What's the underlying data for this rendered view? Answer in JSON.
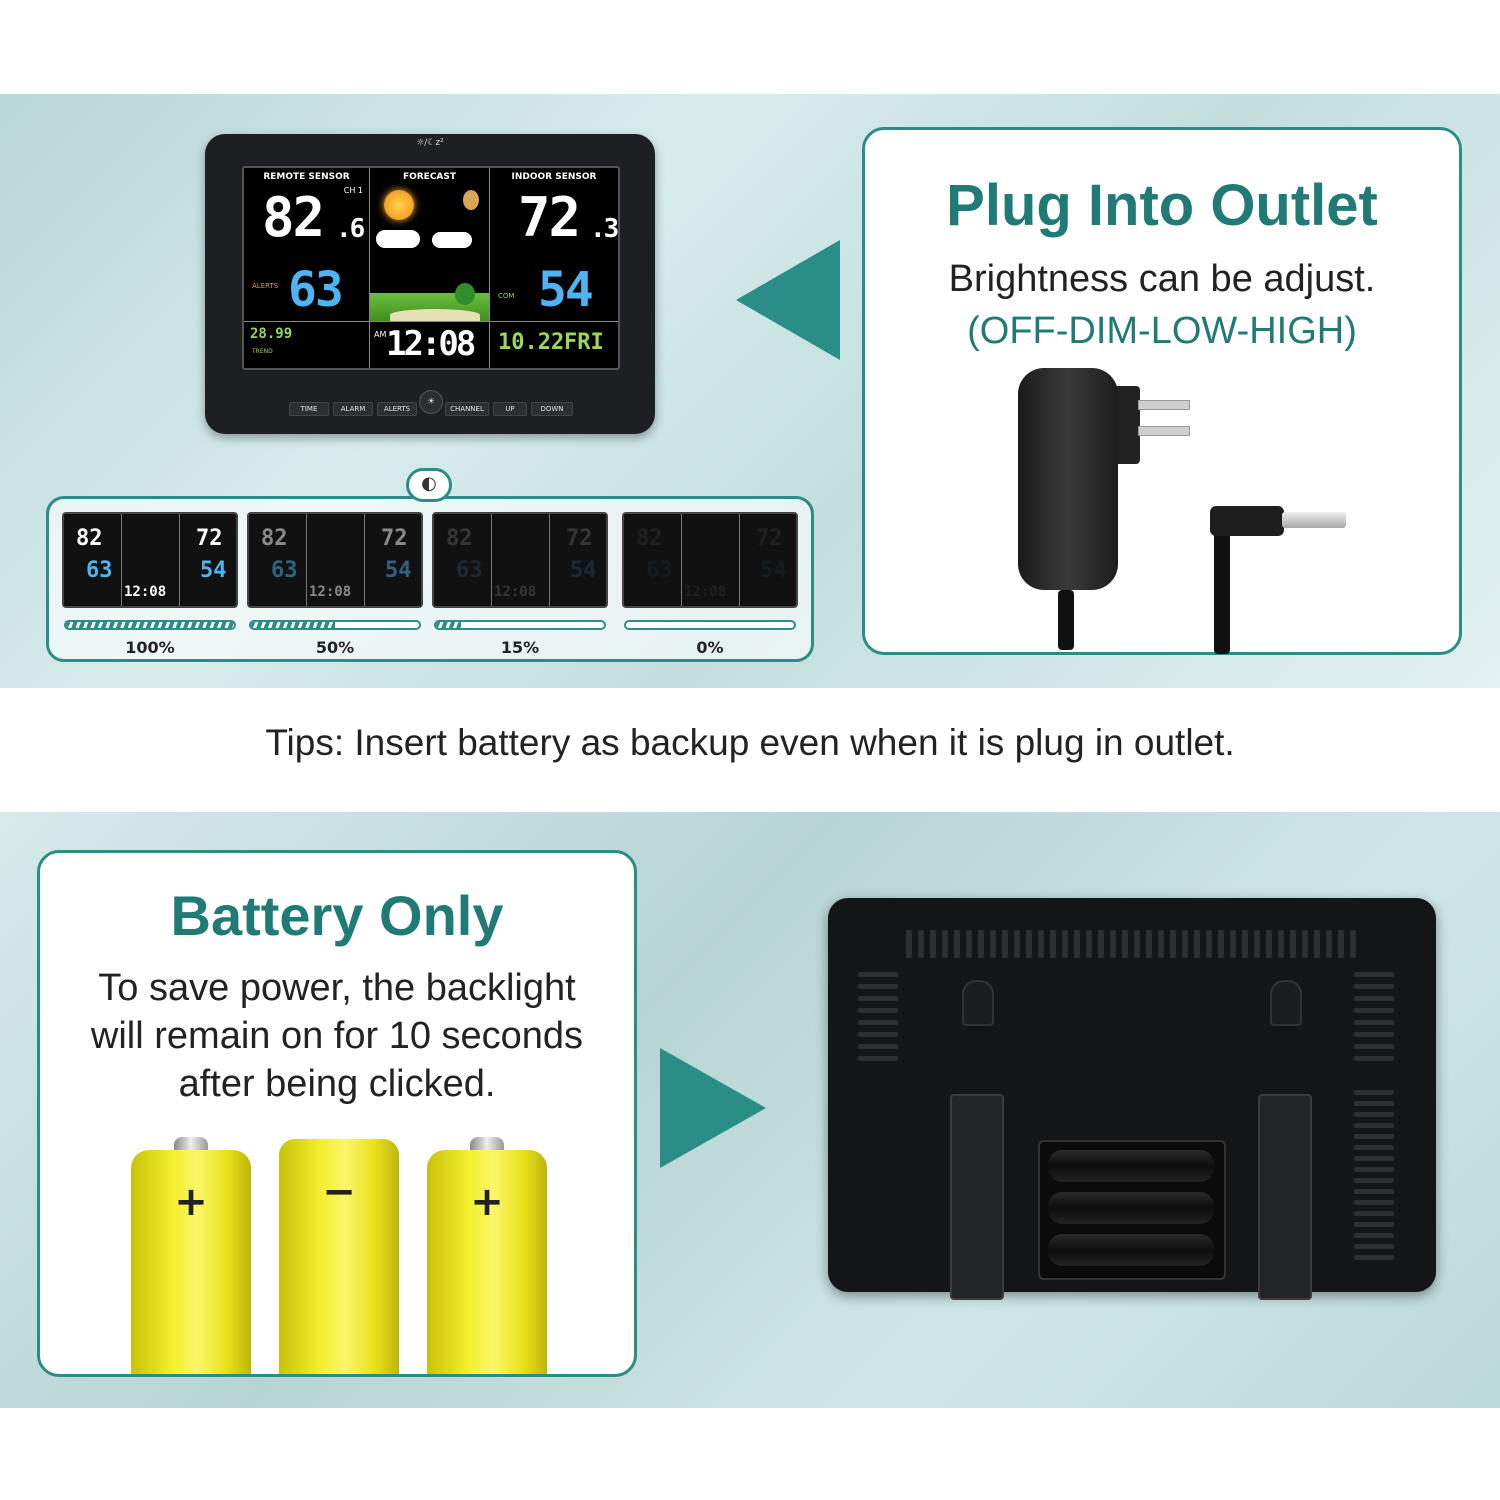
{
  "station": {
    "logo": "☼/☾z²",
    "remote_label": "REMOTE SENSOR",
    "forecast_label": "FORECAST",
    "indoor_label": "INDOOR SENSOR",
    "remote_temp": "82",
    "remote_temp_dec": ".6",
    "remote_hum": "63",
    "indoor_temp": "72",
    "indoor_temp_dec": ".3",
    "indoor_hum": "54",
    "channel": "CH 1",
    "alerts_label": "ALERTS",
    "pressure": "28.99",
    "trend_label": "TREND",
    "ampm": "AM",
    "time": "12:08",
    "date": "10.22",
    "day": "FRI",
    "com_label": "COM",
    "buttons": [
      "TIME",
      "ALARM",
      "ALERTS",
      "CHANNEL",
      "UP",
      "DOWN"
    ]
  },
  "brightness": {
    "levels": [
      {
        "label": "100%",
        "value": 100
      },
      {
        "label": "50%",
        "value": 50
      },
      {
        "label": "15%",
        "value": 15
      },
      {
        "label": "0%",
        "value": 0
      }
    ]
  },
  "outlet_card": {
    "title": "Plug Into Outlet",
    "line1": "Brightness can be adjust.",
    "line2": "(OFF-DIM-LOW-HIGH)"
  },
  "tips": "Tips: Insert battery as backup even when it is plug in outlet.",
  "battery_card": {
    "title": "Battery Only",
    "line1": "To save power, the backlight",
    "line2": "will remain on for 10 seconds",
    "line3": "after being clicked.",
    "signs": [
      "+",
      "−",
      "+"
    ]
  },
  "colors": {
    "accent": "#2a8d86",
    "title": "#207a76",
    "lcd_blue": "#4fb4f2",
    "battery_yellow": "#f4ef2e"
  }
}
